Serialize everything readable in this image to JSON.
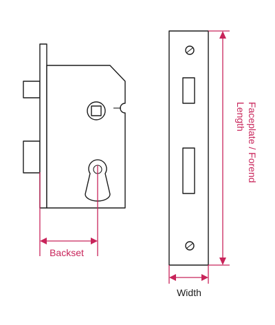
{
  "labels": {
    "backset": "Backset",
    "width": "Width",
    "length_line1": "Faceplate / Forend",
    "length_line2": "Length"
  },
  "colors": {
    "outline": "#1a1a1a",
    "dimension": "#c8245a",
    "width_label": "#1a1a1a"
  }
}
